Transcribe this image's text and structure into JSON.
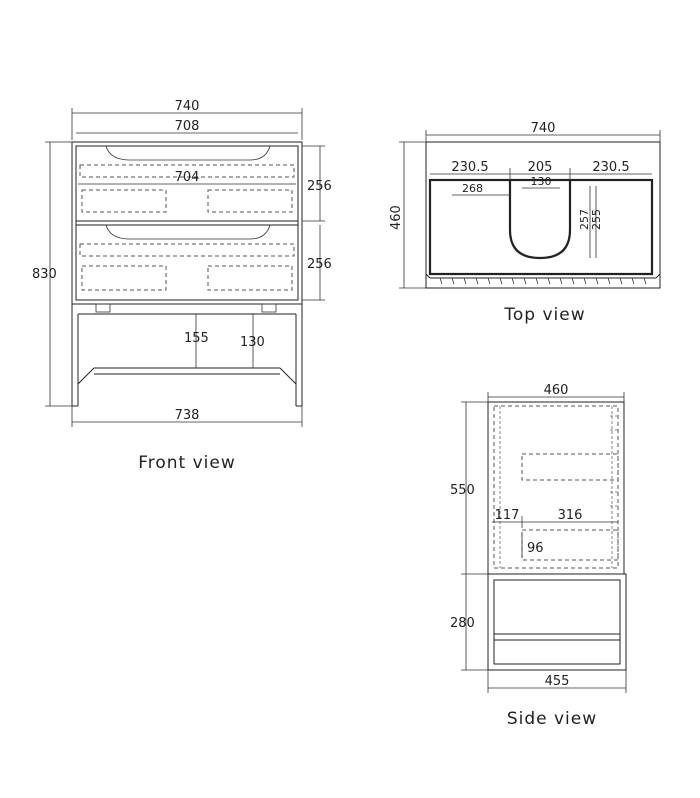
{
  "front_view": {
    "caption": "Front view",
    "dims": {
      "overall_width": "740",
      "inner_width": "708",
      "drawer_width": "704",
      "drawer_top_height": "256",
      "drawer_bottom_height": "256",
      "overall_height": "830",
      "base_height": "155",
      "shelf_height": "130",
      "base_width": "738"
    }
  },
  "top_view": {
    "caption": "Top view",
    "dims": {
      "overall_width": "740",
      "depth": "460",
      "left_segment": "230.5",
      "center_segment": "205",
      "right_segment": "230.5",
      "left_offset": "268",
      "cutout_width": "130",
      "cutout_depth_a": "257",
      "cutout_depth_b": "255"
    }
  },
  "side_view": {
    "caption": "Side view",
    "dims": {
      "overall_depth": "460",
      "cabinet_height": "550",
      "front_offset": "117",
      "inner_depth": "316",
      "inner_height": "96",
      "base_height": "280",
      "base_depth": "455"
    }
  }
}
